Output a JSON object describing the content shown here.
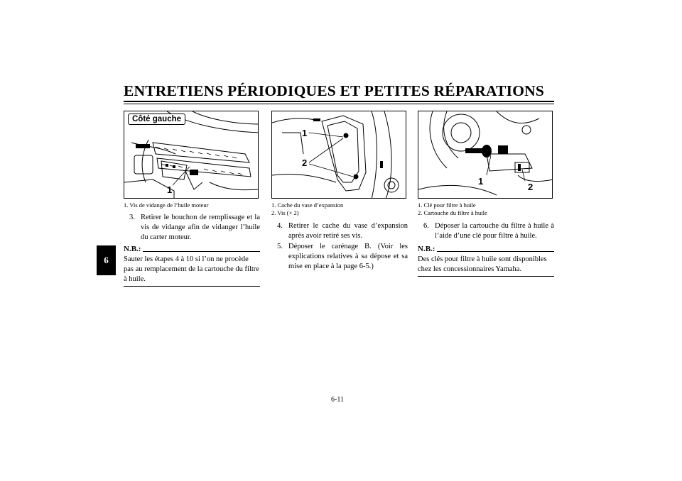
{
  "header": {
    "title": "ENTRETIENS PÉRIODIQUES ET PETITES RÉPARATIONS"
  },
  "chapter_tab": "6",
  "col1": {
    "figure": {
      "tag": "Côté gauche",
      "callouts": [
        "1"
      ]
    },
    "captions": [
      "1.  Vis de vidange de l’huile moteur"
    ],
    "steps": [
      {
        "num": "3.",
        "text": "Retirer le bouchon de remplissage et la vis de vidange afin de vidanger l’huile du carter moteur."
      }
    ],
    "note": {
      "label": "N.B.:",
      "text": "Sauter les étapes 4 à 10 si l’on ne procède pas au remplacement de la cartouche du filtre à huile."
    }
  },
  "col2": {
    "figure": {
      "callouts": [
        "1",
        "2"
      ]
    },
    "captions": [
      "1.  Cache du vase d’expansion",
      "2.  Vis (× 2)"
    ],
    "steps": [
      {
        "num": "4.",
        "text": "Retirer le cache du vase d’expansion après avoir retiré ses vis."
      },
      {
        "num": "5.",
        "text": "Déposer le carénage B. (Voir les explications relatives à sa dépose et sa mise en place à la page 6-5.)"
      }
    ]
  },
  "col3": {
    "figure": {
      "callouts": [
        "1",
        "2"
      ]
    },
    "captions": [
      "1.  Clé pour filtre à huile",
      "2.  Cartouche du filtre à huile"
    ],
    "steps": [
      {
        "num": "6.",
        "text": "Déposer la cartouche du filtre à huile à l’aide d’une clé pour filtre à huile."
      }
    ],
    "note": {
      "label": "N.B.:",
      "text": "Des clés pour filtre à huile sont disponibles chez les concessionnaires Yamaha."
    }
  },
  "footer": {
    "page_number": "6-11"
  }
}
